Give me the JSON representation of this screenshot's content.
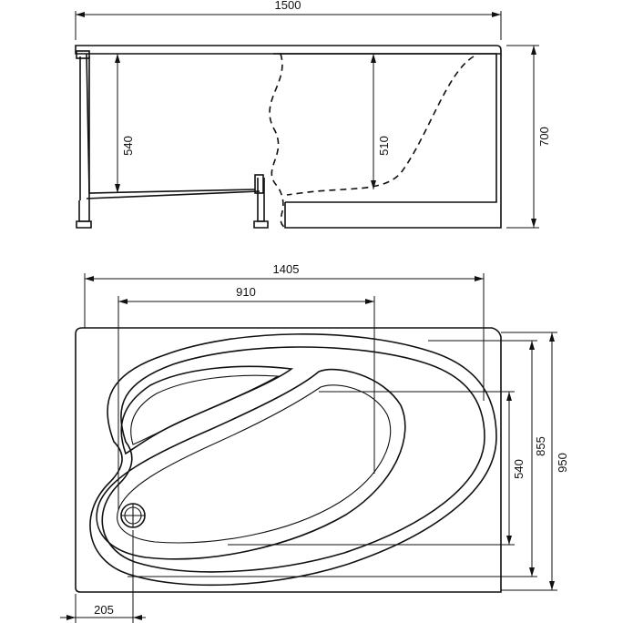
{
  "side_view": {
    "dimensions": {
      "total_length": "1500",
      "height": "700",
      "inner_depth_left": "540",
      "inner_depth_right": "510"
    }
  },
  "top_view": {
    "dimensions": {
      "bowl_length": "1405",
      "basin_length": "910",
      "total_width": "950",
      "bowl_width": "855",
      "basin_width": "540",
      "drain_offset": "205"
    }
  }
}
